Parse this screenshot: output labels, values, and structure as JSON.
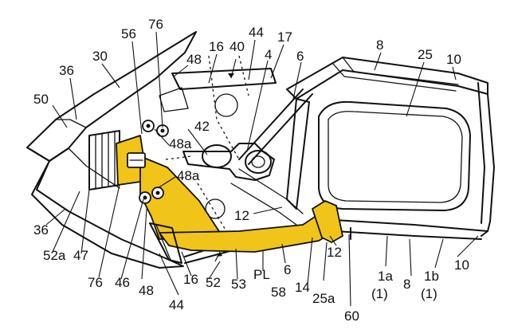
{
  "figure": {
    "highlight_color": "#f0c419",
    "line_color": "#111111",
    "background": "#ffffff"
  },
  "labels": {
    "l56": "56",
    "l76_top": "76",
    "l44_top": "44",
    "l16_top": "16",
    "l40": "40",
    "l17": "17",
    "l8_top": "8",
    "l25": "25",
    "l10_top": "10",
    "l30": "30",
    "l36_top": "36",
    "l48_top": "48",
    "l4": "4",
    "l6_top": "6",
    "l50": "50",
    "l42": "42",
    "l48a_top": "48a",
    "l48a_mid": "48a",
    "l12_mid": "12",
    "l36_bot": "36",
    "l52a": "52a",
    "l47": "47",
    "l76_bot": "76",
    "l46": "46",
    "l48_bot": "48",
    "l16_bot": "16",
    "l52": "52",
    "l53": "53",
    "lPL": "PL",
    "l6_bot": "6",
    "l58": "58",
    "l14": "14",
    "l25a": "25a",
    "l12_bot": "12",
    "l60": "60",
    "l1a": "1a",
    "l1a_paren": "(1)",
    "l8_bot": "8",
    "l1b": "1b",
    "l1b_paren": "(1)",
    "l10_bot": "10",
    "l44_bot": "44"
  }
}
